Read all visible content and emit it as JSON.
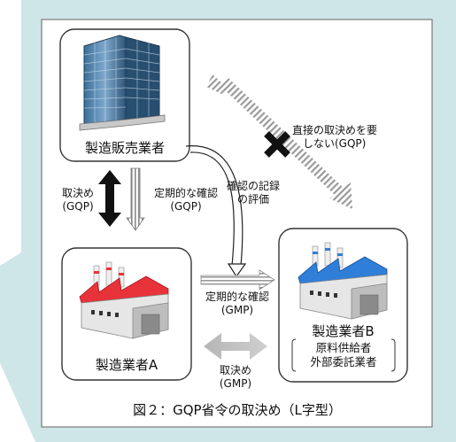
{
  "nodes": {
    "seller": {
      "label": "製造販売業者"
    },
    "maker_a": {
      "label": "製造業者A"
    },
    "maker_b": {
      "label": "製造業者B",
      "sub_lines": [
        "原料供給者",
        "外部委託業者"
      ]
    }
  },
  "edges": {
    "seller_to_a_agreement": {
      "lines": [
        "取決め",
        "(GQP)"
      ]
    },
    "seller_to_a_confirm": {
      "lines": [
        "定期的な確認",
        "(GQP)"
      ]
    },
    "record_eval": {
      "lines": [
        "確認の記録",
        "の評価"
      ]
    },
    "a_to_b_confirm": {
      "lines": [
        "定期的な確認",
        "(GMP)"
      ]
    },
    "a_b_agreement": {
      "lines": [
        "取決め",
        "(GMP)"
      ]
    },
    "no_direct": {
      "lines": [
        "直接の取決めを要",
        "しない(GQP)"
      ]
    }
  },
  "caption": "図２：GQP省令の取決め（L字型）",
  "colors": {
    "background_teal": "#cfe6e8",
    "factory_a_roof": "#e8323a",
    "factory_b_roof": "#2f7fd8",
    "building_glass": "#5a8fb8"
  }
}
